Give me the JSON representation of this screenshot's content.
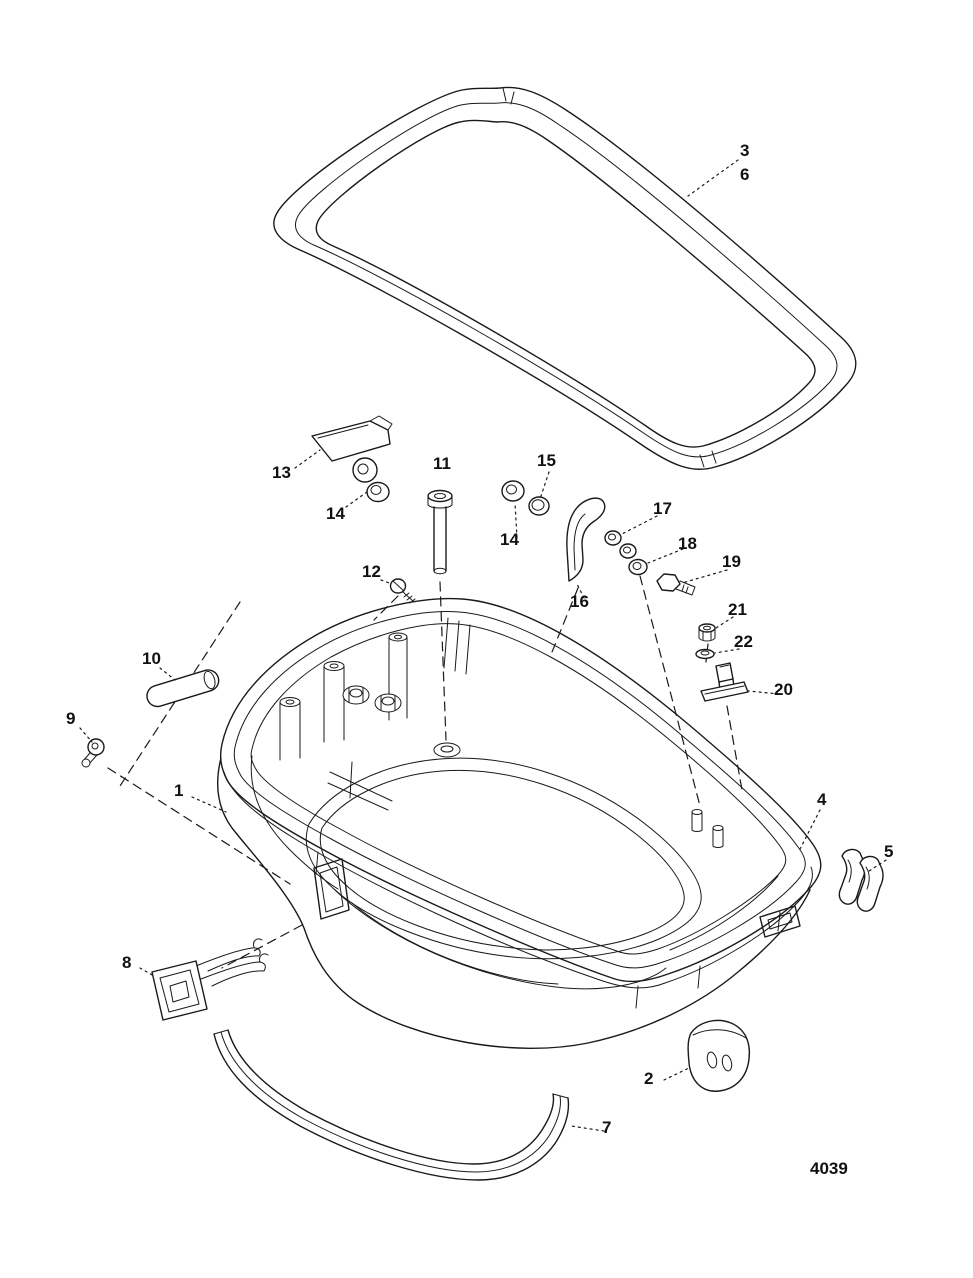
{
  "figure": {
    "number": "4039"
  },
  "callouts": [
    {
      "id": "3"
    },
    {
      "id": "6"
    },
    {
      "id": "13"
    },
    {
      "id": "14"
    },
    {
      "id": "11"
    },
    {
      "id": "15"
    },
    {
      "id": "14"
    },
    {
      "id": "17"
    },
    {
      "id": "18"
    },
    {
      "id": "16"
    },
    {
      "id": "19"
    },
    {
      "id": "12"
    },
    {
      "id": "21"
    },
    {
      "id": "22"
    },
    {
      "id": "20"
    },
    {
      "id": "10"
    },
    {
      "id": "9"
    },
    {
      "id": "1"
    },
    {
      "id": "4"
    },
    {
      "id": "5"
    },
    {
      "id": "8"
    },
    {
      "id": "2"
    },
    {
      "id": "7"
    }
  ],
  "colors": {
    "line": "#1a1a1a",
    "background": "#ffffff",
    "label": "#111111"
  }
}
